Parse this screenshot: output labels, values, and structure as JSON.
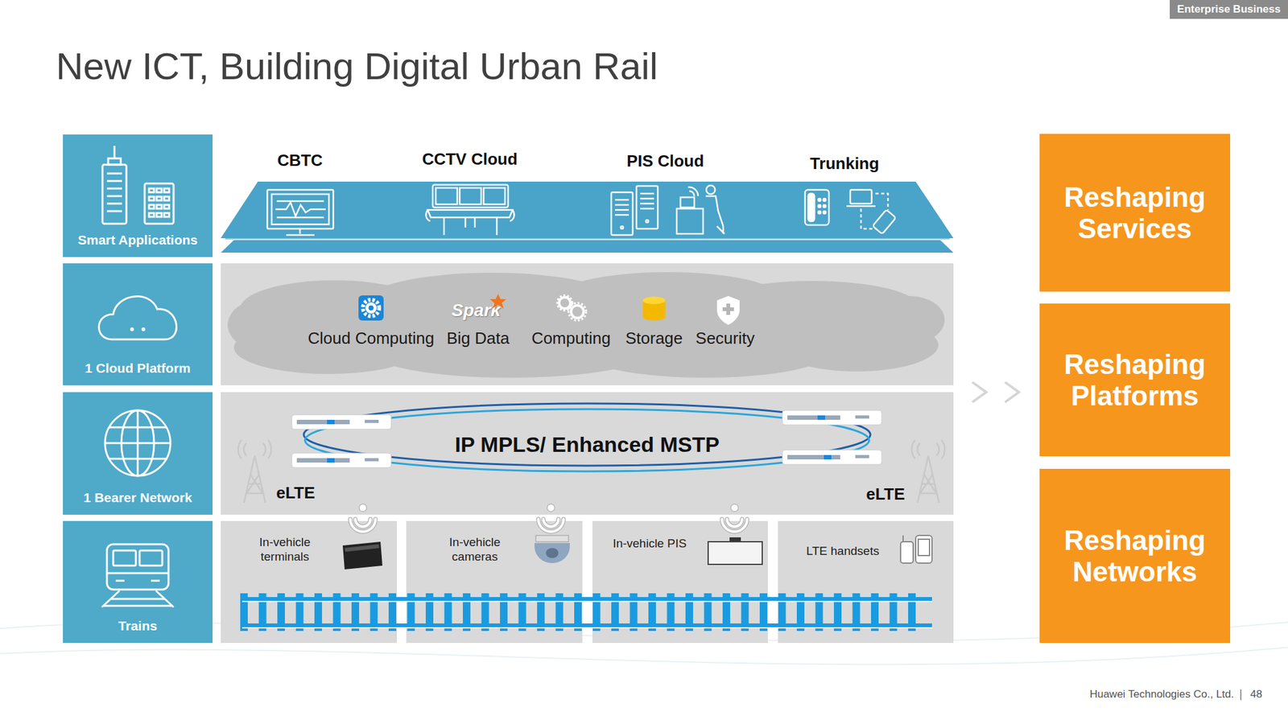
{
  "diagram": {
    "title": "New ICT, Building Digital Urban Rail",
    "nodes": [
      {
        "text": [
          "Smart Applications"
        ]
      },
      {
        "text": [
          "1 Cloud Platform"
        ]
      },
      {
        "text": [
          "1 Bearer Network"
        ]
      },
      {
        "text": [
          "Trains"
        ]
      },
      {
        "text": [
          "Cloud Computing",
          "Big Data",
          "Computing",
          "Storage",
          "Security"
        ]
      },
      {
        "text": [
          "IP MPLS/ Enhanced MSTP"
        ]
      },
      {
        "text": [
          "In-vehicle terminals"
        ]
      },
      {
        "text": [
          "In-vehicle cameras"
        ]
      },
      {
        "text": [
          "In-vehicle PIS"
        ]
      },
      {
        "text": [
          "LTE handsets"
        ]
      },
      {
        "text": [
          "Reshaping Services"
        ]
      },
      {
        "text": [
          "Reshaping Platforms"
        ]
      },
      {
        "text": [
          "Reshaping Networks"
        ]
      }
    ],
    "labels": [
      "Enterprise Business",
      "CBTC",
      "CCTV Cloud",
      "PIS Cloud",
      "Trunking",
      "Spark",
      "eLTE",
      "eLTE",
      "Huawei Technologies Co., Ltd.",
      "48"
    ]
  }
}
